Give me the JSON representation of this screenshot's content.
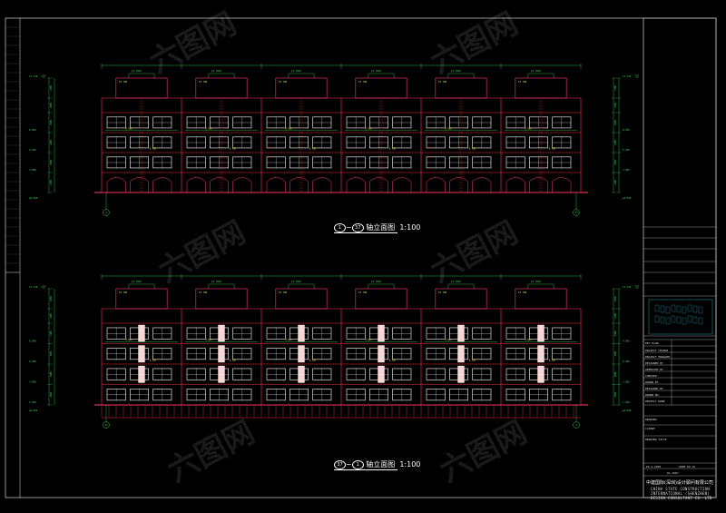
{
  "drawing1": {
    "axis_start": "1",
    "axis_end": "37",
    "tilde": "~",
    "caption": "轴立面图",
    "scale": "1:100",
    "roof_elev": "11.750",
    "top_elev": "13.900",
    "eave_elev": "12.700",
    "ground_elev": "±0.000",
    "floor_elevs": [
      "8.950",
      "6.300",
      "3.800"
    ],
    "dims": [
      "2700",
      "2500",
      "2500",
      "2400",
      "3500",
      "4100",
      "1500"
    ]
  },
  "drawing2": {
    "axis_start": "37",
    "axis_end": "1",
    "tilde": "~",
    "caption": "轴立面图",
    "scale": "1:100",
    "roof_elev": "11.750",
    "top_elev": "13.900",
    "eave_elev": "12.700",
    "ground_elev": "±0.000",
    "floor_elevs": [
      "9.900",
      "6.300",
      "3.800",
      "1.500"
    ],
    "dims": [
      "1050",
      "3300",
      "3400",
      "3300",
      "3900",
      "2500",
      "1500"
    ]
  },
  "titleblock": {
    "rows": [
      "KEY PLAN",
      "PROJECT CHARGE",
      "PROJECT MANAGER",
      "DESIGNED BY",
      "APPROVED BY",
      "CHECKED",
      "DRAWN BY",
      "DESIGNED BY",
      "DRAWN NO.",
      "PROJECT NAME",
      "DRAWING",
      "CLIENT",
      "DRAWING TITLE"
    ],
    "date": "04-S-2004",
    "version": "2005.02.15",
    "sheet": "01-2507",
    "firm_cn": "中建国际(深圳)设计顾问有限公司",
    "firm_en": [
      "CHINA STATE CONSTRUCTION",
      "INTERNATIONAL (SHENZHEN)",
      "DESIGN CONSULTANT CO. LTD"
    ]
  },
  "watermark": "六图网",
  "colors": {
    "magenta": "#ff3b7a",
    "red": "#e8303a",
    "green": "#3ddc5a",
    "yellow": "#f0e030",
    "white": "#ffffff",
    "cyan": "#39c0d9"
  }
}
